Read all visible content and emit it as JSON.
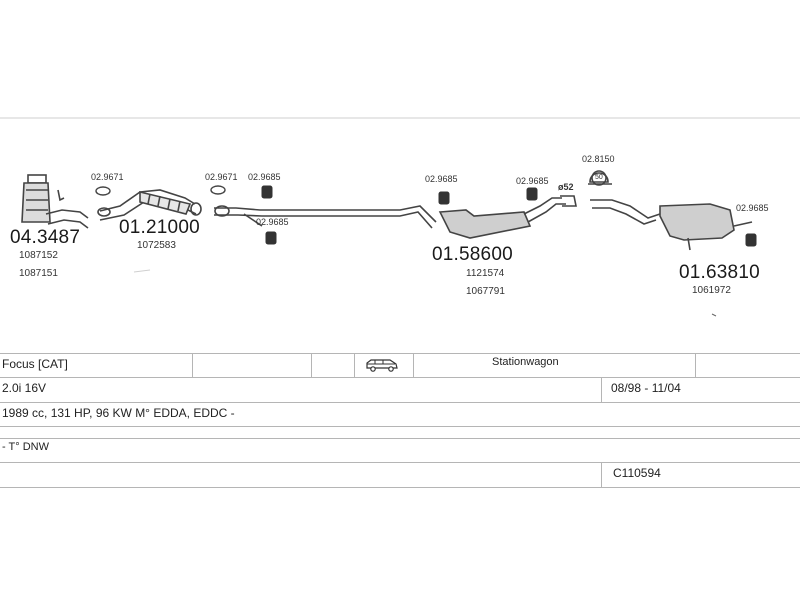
{
  "diagram": {
    "parts": [
      {
        "number": "04.3487",
        "refs": [
          "1087152",
          "1087151"
        ]
      },
      {
        "number": "01.21000",
        "refs": [
          "1072583"
        ]
      },
      {
        "number": "01.58600",
        "refs": [
          "1121574",
          "1067791"
        ]
      },
      {
        "number": "01.63810",
        "refs": [
          "1061972"
        ]
      }
    ],
    "accessories": {
      "a1": "02.9671",
      "a2": "02.9671",
      "a3": "02.9685",
      "a4": "02.9685",
      "a5": "02.9685",
      "a6": "02.9685",
      "a7": "02.8150",
      "a8": "02.9685"
    },
    "clamp_size": "ø52",
    "hanger_size": "50"
  },
  "table": {
    "model": "Focus  [CAT]",
    "body_type": "Stationwagon",
    "engine": "2.0i 16V",
    "years": "08/98 - 11/04",
    "specs": "1989 cc, 131 HP, 96 KW M° EDDA, EDDC -",
    "type_code": "- T° DNW",
    "catalog_code": "C110594"
  },
  "colors": {
    "line": "#444444",
    "grid": "#b5b5b5",
    "text": "#1a1a1a"
  },
  "icons": {
    "vehicle": "station-wagon-icon"
  }
}
